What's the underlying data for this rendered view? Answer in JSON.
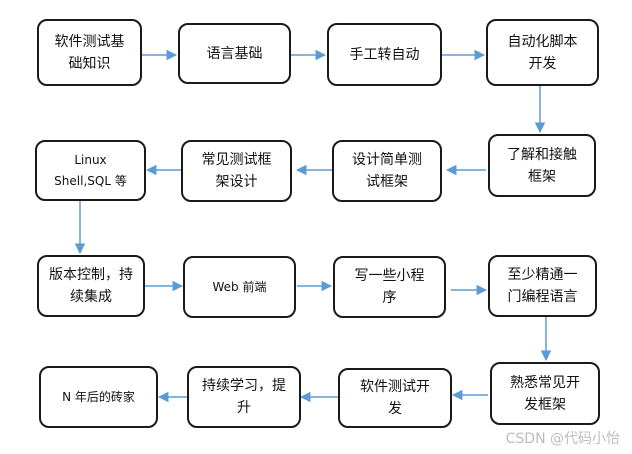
{
  "colors": {
    "arrow": "#5b9bd5",
    "border": "#1a1a1a",
    "text": "#111111",
    "watermark": "#bdbdbd"
  },
  "nodes": {
    "n1": "软件测试基\n础知识",
    "n2": "语言基础",
    "n3": "手工转自动",
    "n4": "自动化脚本\n开发",
    "n5": "了解和接触\n框架",
    "n6": "设计简单测\n试框架",
    "n7": "常见测试框\n架设计",
    "n8": "Linux\nShell,SQL 等",
    "n9": "版本控制，持\n续集成",
    "n10": "Web 前端",
    "n11": "写一些小程\n序",
    "n12": "至少精通一\n门编程语言",
    "n13": "熟悉常见开\n发框架",
    "n14": "软件测试开\n发",
    "n15": "持续学习，提\n升",
    "n16": "N 年后的砖家"
  },
  "watermark": "CSDN @代码小怡"
}
